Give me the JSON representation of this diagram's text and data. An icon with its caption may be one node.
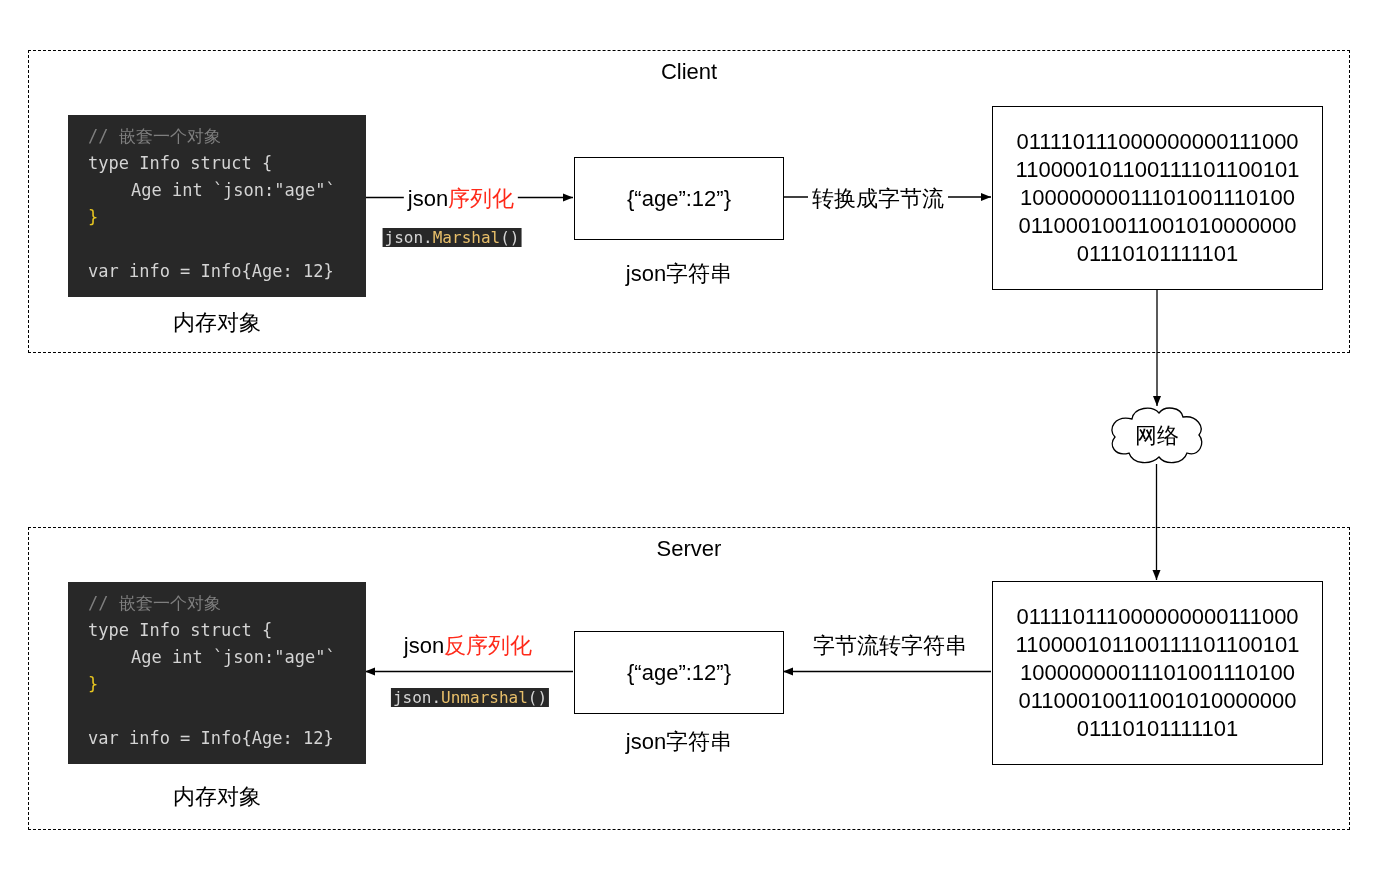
{
  "diagram": {
    "nodes": [
      {
        "text": [
          "Client"
        ]
      },
      {
        "text": [
          "// 嵌套一个对象",
          "type Info struct {",
          "Age int `json:\"age\"`",
          "}",
          "var info = Info{Age: 12}"
        ],
        "in": 0,
        "beside": [
          "内存对象"
        ]
      },
      {
        "text": [
          "{“age”:12”}"
        ],
        "in": 0,
        "beside": [
          "json字符串"
        ]
      },
      {
        "text": [
          "011110111000000000111000 110000101100111101100101 10000000011101001110100 01100010011001010000000 01110101111101"
        ],
        "in": 0
      },
      {
        "text": [
          "网络"
        ]
      },
      {
        "text": [
          "Server"
        ]
      },
      {
        "text": [
          "011110111000000000111000 110000101100111101100101 10000000011101001110100 01100010011001010000000 01110101111101"
        ],
        "in": 5
      },
      {
        "text": [
          "{“age”:12”}"
        ],
        "in": 5,
        "beside": [
          "json字符串"
        ]
      },
      {
        "text": [
          "// 嵌套一个对象",
          "type Info struct {",
          "Age int `json:\"age\"`",
          "}",
          "var info = Info{Age: 12}"
        ],
        "in": 5,
        "beside": [
          "内存对象"
        ]
      }
    ],
    "edges": [
      {
        "from": 1,
        "to": 2,
        "arrow": "to",
        "label": "json**序列化**"
      },
      {
        "from": 2,
        "to": 3,
        "arrow": "to",
        "label": "转换成字节流"
      },
      {
        "from": 3,
        "to": 4,
        "arrow": "to"
      },
      {
        "from": 4,
        "to": 6,
        "arrow": "to"
      },
      {
        "from": 6,
        "to": 7,
        "arrow": "to",
        "label": "字节流转字符串"
      },
      {
        "from": 7,
        "to": 8,
        "arrow": "to",
        "label": "json**反序列化**"
      }
    ],
    "labels": [
      "json.**Marshal**()",
      "json.**Unmarshal**()"
    ]
  }
}
